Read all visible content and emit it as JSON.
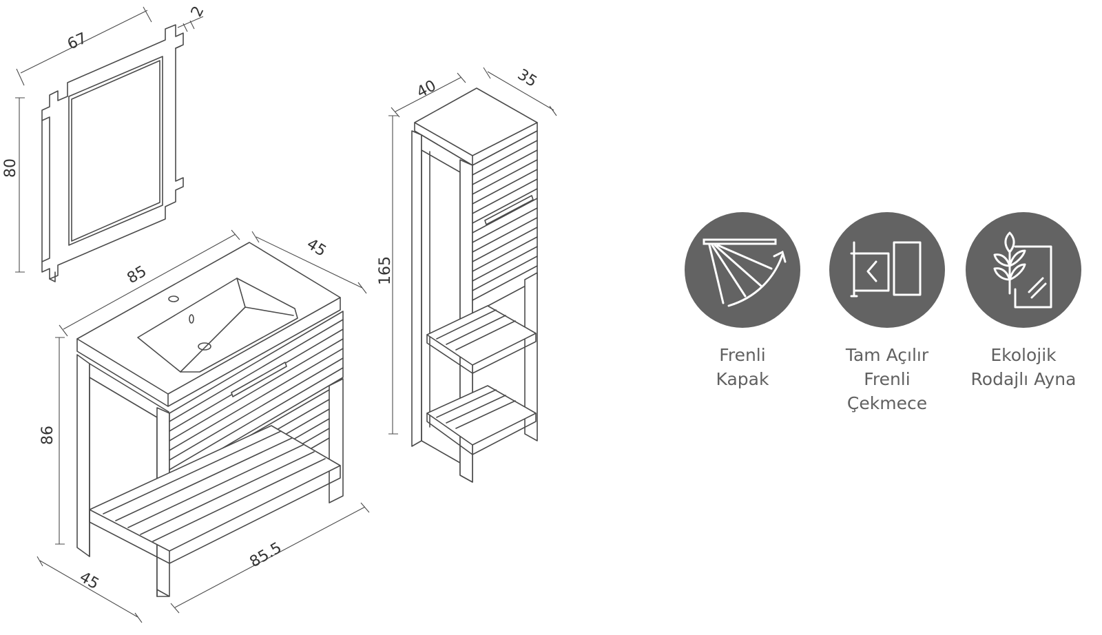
{
  "dimensions": {
    "mirror_width": "67",
    "mirror_depth": "2",
    "mirror_height": "80",
    "sink_width": "85",
    "sink_depth": "45",
    "cabinet_height": "86",
    "base_width": "85.5",
    "base_depth": "45",
    "tall_width": "40",
    "tall_depth": "35",
    "tall_height": "165"
  },
  "features": [
    {
      "icon": "soft-close-door-icon",
      "line1": "Frenli",
      "line2": "Kapak",
      "line3": ""
    },
    {
      "icon": "full-extension-drawer-icon",
      "line1": "Tam Açılır",
      "line2": "Frenli",
      "line3": "Çekmece"
    },
    {
      "icon": "eco-mirror-icon",
      "line1": "Ekolojik",
      "line2": "Rodajlı Ayna",
      "line3": ""
    }
  ],
  "colors": {
    "badge": "#636363",
    "line": "#4a4a4a",
    "label": "#606060"
  }
}
